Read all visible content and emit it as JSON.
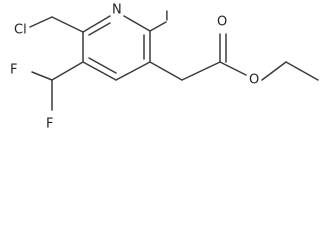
{
  "molecule": {
    "atoms": {
      "n": "N",
      "i": "I",
      "cl": "Cl",
      "f1": "F",
      "f2": "F",
      "o_carbonyl": "O",
      "o_ester": "O"
    }
  },
  "colors": {
    "bond": "#3a3a3a",
    "label": "#222222",
    "background": "#ffffff"
  }
}
